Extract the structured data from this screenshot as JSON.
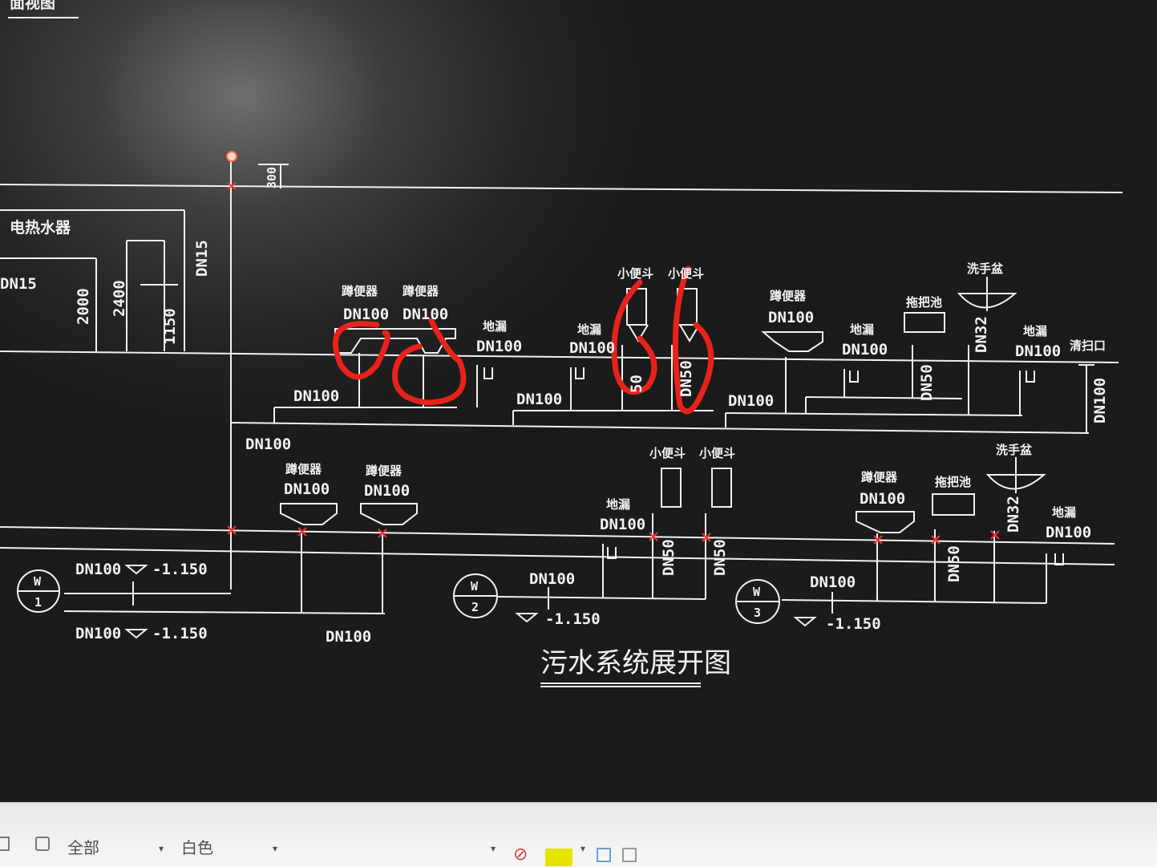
{
  "drawing": {
    "title_partial": "面视图",
    "main_title": "污水系统展开图",
    "heater_label": "电热水器",
    "dims": {
      "d300": "300",
      "d2000": "2000",
      "d2400": "2400",
      "d1150": "1150"
    },
    "pipe": {
      "dn15": "DN15",
      "dn100": "DN100",
      "dn50": "DN50",
      "dn32": "DN32",
      "dn50_partial": "50"
    },
    "fixtures": {
      "toilet": "蹲便器",
      "urinal": "小便斗",
      "floor_drain": "地漏",
      "mop_sink": "拖把池",
      "wash_basin": "洗手盆",
      "cleanout": "清扫口"
    },
    "elevation": "-1.150",
    "stacks": [
      {
        "letter": "W",
        "num": "1"
      },
      {
        "letter": "W",
        "num": "2"
      },
      {
        "letter": "W",
        "num": "3"
      }
    ]
  },
  "statusbar": {
    "layer_label": "全部",
    "color_label": "白色"
  },
  "colors": {
    "line": "#f2f2f2",
    "marker": "#ff3030",
    "annotation": "#e8221a",
    "swatch": "#e7e400"
  }
}
